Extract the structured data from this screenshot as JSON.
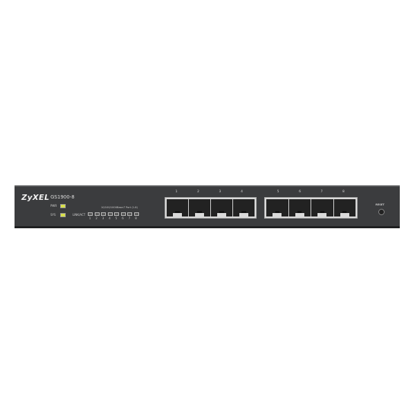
{
  "brand": "ZyXEL",
  "model": "GS1900-8",
  "leds": {
    "pwr": "PWR",
    "sys": "SYS",
    "link_act": "LINK/ACT",
    "led_color": "#d8e04a"
  },
  "port_header": "10/100/1000Base-T Port (1-8)",
  "ports": [
    "1",
    "2",
    "3",
    "4",
    "5",
    "6",
    "7",
    "8"
  ],
  "reset": "RESET"
}
